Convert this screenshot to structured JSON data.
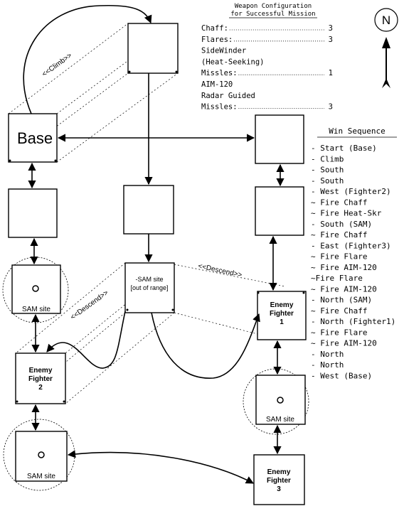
{
  "weapons": {
    "title_line1": "Weapon Configuration",
    "title_line2": "for Successful Mission",
    "rows": [
      {
        "label": "Chaff:",
        "count": "3"
      },
      {
        "label": "Flares:",
        "count": "3"
      },
      {
        "label": "SideWinder",
        "count": ""
      },
      {
        "label": "(Heat-Seeking)",
        "count": ""
      },
      {
        "label": "Missles:",
        "count": "1"
      },
      {
        "label": "AIM-120",
        "count": ""
      },
      {
        "label": "Radar Guided",
        "count": ""
      },
      {
        "label": "Missles:",
        "count": "3"
      }
    ]
  },
  "compass": {
    "letter": "N"
  },
  "win_sequence": {
    "title": "Win Sequence",
    "steps": [
      "- Start (Base)",
      "- Climb",
      "- South",
      "- South",
      "- West (Fighter2)",
      "~ Fire Chaff",
      "~ Fire Heat-Skr",
      "- South (SAM)",
      "~ Fire Chaff",
      "- East (Fighter3)",
      "~ Fire Flare",
      "~ Fire AIM-120",
      "~Fire Flare",
      "~ Fire AIM-120",
      "- North (SAM)",
      "~ Fire Chaff",
      "- North (Fighter1)",
      "~ Fire Flare",
      "~ Fire AIM-120",
      "- North",
      "- North",
      "- West (Base)"
    ]
  },
  "nodes": {
    "base": "Base",
    "sam_site": "SAM site",
    "sam_out_line1": "-SAM site",
    "sam_out_line2": "[out of range]",
    "enemy": "Enemy",
    "fighter": "Fighter",
    "fighter1_num": "1",
    "fighter2_num": "2",
    "fighter3_num": "3"
  },
  "labels": {
    "climb": "<<Climb>>",
    "descend_upper": "<<Descend>>",
    "descend_left": "<<Descend>>"
  }
}
